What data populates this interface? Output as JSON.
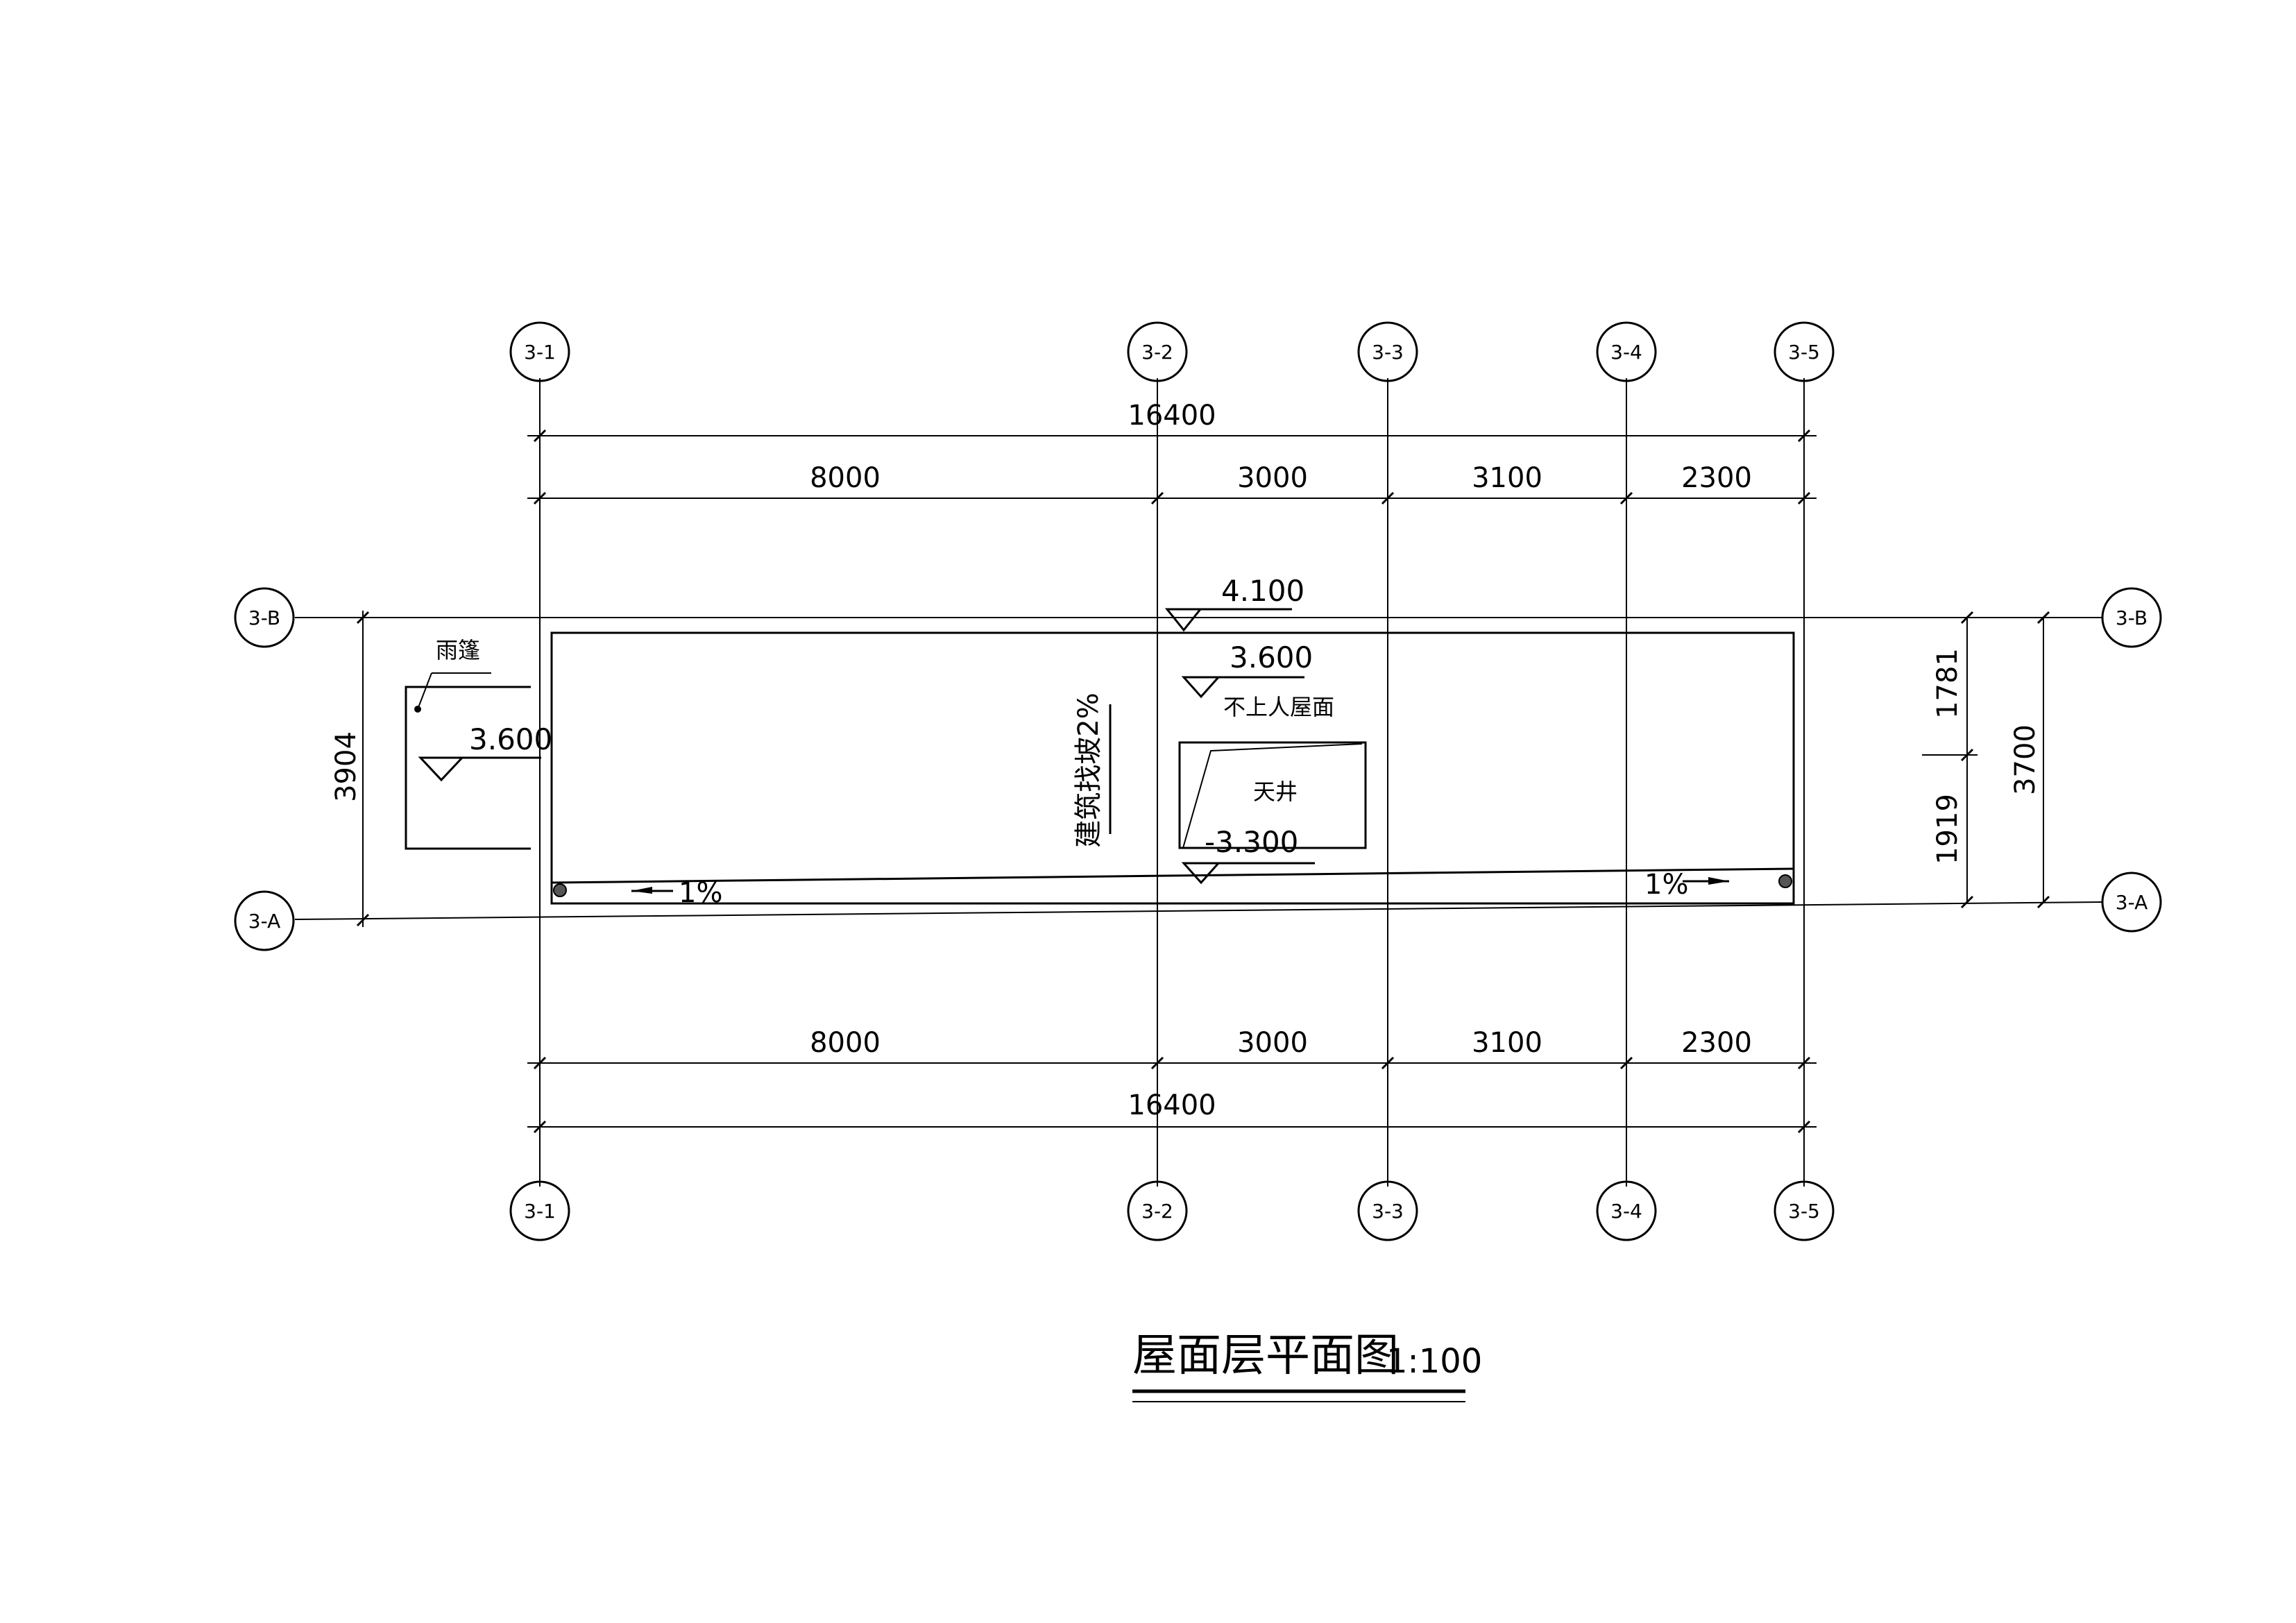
{
  "grid_columns": [
    "3-1",
    "3-2",
    "3-3",
    "3-4",
    "3-5"
  ],
  "grid_rows": [
    "3-B",
    "3-A"
  ],
  "dimensions": {
    "top_total": "16400",
    "top_segments": [
      "8000",
      "3000",
      "3100",
      "2300"
    ],
    "bottom_segments": [
      "8000",
      "3000",
      "3100",
      "2300"
    ],
    "bottom_total": "16400",
    "left_total": "3904",
    "right_segments": [
      "1781",
      "1919"
    ],
    "right_total": "3700"
  },
  "elevations": {
    "parapet": "4.100",
    "roof": "3.600",
    "canopy": "3.600",
    "courtyard": "-3.300"
  },
  "labels": {
    "canopy": "雨篷",
    "roof_note": "不上人屋面",
    "courtyard": "天井",
    "slope_note": "建筑找坡2%",
    "slope_left": "1%",
    "slope_right": "1%"
  },
  "title": {
    "text": "屋面层平面图",
    "scale": "1:100"
  }
}
